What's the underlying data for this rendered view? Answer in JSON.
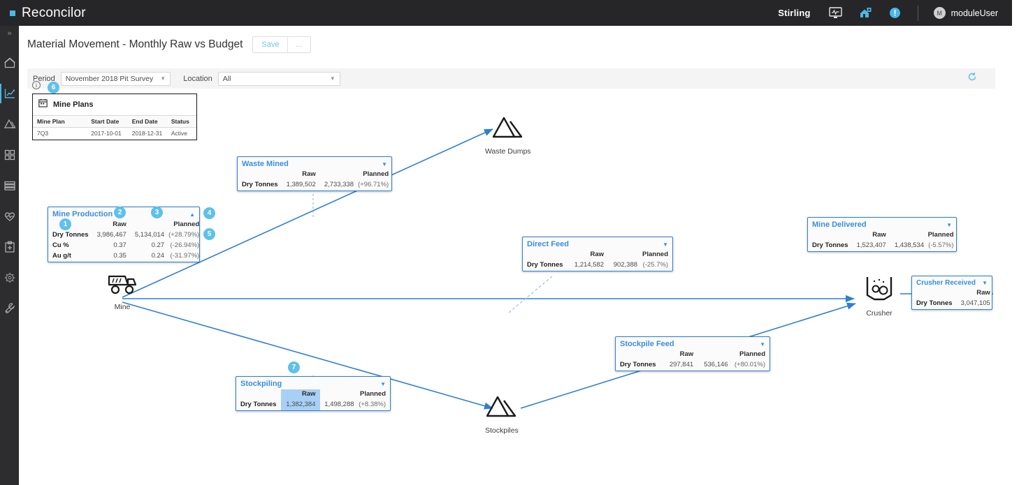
{
  "topbar": {
    "brand": "Reconcilor",
    "tenant": "Stirling",
    "icons": [
      {
        "name": "monitor-pulse-icon"
      },
      {
        "name": "home-add-icon"
      },
      {
        "name": "info-circle-icon"
      }
    ],
    "user": {
      "initial": "M",
      "name": "moduleUser"
    }
  },
  "rail": {
    "collapse_label": "»",
    "items": [
      {
        "name": "home-icon",
        "label": "Home",
        "active": false
      },
      {
        "name": "chart-icon",
        "label": "Analytics",
        "active": true
      },
      {
        "name": "stockpile-icon",
        "label": "Stockpiles",
        "active": false
      },
      {
        "name": "grid-icon",
        "label": "Modules",
        "active": false
      },
      {
        "name": "layers-icon",
        "label": "Layers",
        "active": false
      },
      {
        "name": "heartbeat-icon",
        "label": "Health",
        "active": false
      },
      {
        "name": "clipboard-plus-icon",
        "label": "Reports",
        "active": false
      },
      {
        "name": "gear-icon",
        "label": "Settings",
        "active": false
      },
      {
        "name": "wrench-icon",
        "label": "Tools",
        "active": false
      }
    ]
  },
  "page": {
    "title": "Material Movement - Monthly Raw vs Budget",
    "save_label": "Save",
    "more_label": "..."
  },
  "filters": {
    "period_label": "Period",
    "period_value": "November 2018 Pit Survey",
    "location_label": "Location",
    "location_value": "All",
    "refresh_name": "refresh-icon"
  },
  "mine_plans": {
    "info_icon": "i",
    "badge": "6",
    "title": "Mine Plans",
    "icon": "calendar-icon",
    "columns": [
      "Mine Plan",
      "Start Date",
      "End Date",
      "Status"
    ],
    "rows": [
      [
        "7Q3",
        "2017-10-01",
        "2018-12-31",
        "Active"
      ]
    ]
  },
  "badges": [
    {
      "label": "1"
    },
    {
      "label": "2"
    },
    {
      "label": "3"
    },
    {
      "label": "4"
    },
    {
      "label": "5"
    },
    {
      "label": "7"
    }
  ],
  "cards": {
    "mine_production": {
      "title": "Mine Production",
      "headers": [
        "",
        "Raw",
        "Planned"
      ],
      "rows": [
        {
          "label": "Dry Tonnes",
          "raw": "3,986,467",
          "planned": "5,134,014",
          "delta": "(+28.79%)"
        },
        {
          "label": "Cu %",
          "raw": "0.37",
          "planned": "0.27",
          "delta": "(-26.94%)"
        },
        {
          "label": "Au g/t",
          "raw": "0.35",
          "planned": "0.24",
          "delta": "(-31.97%)"
        }
      ],
      "caret": "collapse-caret-icon"
    },
    "waste_mined": {
      "title": "Waste Mined",
      "headers": [
        "",
        "Raw",
        "Planned"
      ],
      "rows": [
        {
          "label": "Dry Tonnes",
          "raw": "1,389,502",
          "planned": "2,733,338",
          "delta": "(+96.71%)"
        }
      ],
      "caret": "expand-caret-icon"
    },
    "direct_feed": {
      "title": "Direct Feed",
      "headers": [
        "",
        "Raw",
        "Planned"
      ],
      "rows": [
        {
          "label": "Dry Tonnes",
          "raw": "1,214,582",
          "planned": "902,388",
          "delta": "(-25.7%)"
        }
      ],
      "caret": "expand-caret-icon"
    },
    "mine_delivered": {
      "title": "Mine Delivered",
      "headers": [
        "",
        "Raw",
        "Planned"
      ],
      "rows": [
        {
          "label": "Dry Tonnes",
          "raw": "1,523,407",
          "planned": "1,438,534",
          "delta": "(-5.57%)"
        }
      ],
      "caret": "expand-caret-icon"
    },
    "crusher_received": {
      "title": "Crusher Received",
      "headers": [
        "",
        "Raw"
      ],
      "rows": [
        {
          "label": "Dry Tonnes",
          "raw": "3,047,105"
        }
      ],
      "caret": "expand-caret-icon"
    },
    "stockpile_feed": {
      "title": "Stockpile Feed",
      "headers": [
        "",
        "Raw",
        "Planned"
      ],
      "rows": [
        {
          "label": "Dry Tonnes",
          "raw": "297,841",
          "planned": "536,146",
          "delta": "(+80.01%)"
        }
      ],
      "caret": "expand-caret-icon"
    },
    "stockpiling": {
      "title": "Stockpiling",
      "headers": [
        "",
        "Raw",
        "Planned"
      ],
      "rows": [
        {
          "label": "Dry Tonnes",
          "raw": "1,382,384",
          "planned": "1,498,288",
          "delta": "(+8.38%)"
        }
      ],
      "caret": "expand-caret-icon",
      "highlighted_column": "Raw"
    }
  },
  "nodes": {
    "mine": {
      "label": "Mine",
      "icon": "haul-truck-icon"
    },
    "waste_dumps": {
      "label": "Waste Dumps",
      "icon": "waste-dump-icon"
    },
    "stockpiles": {
      "label": "Stockpiles",
      "icon": "stockpile-cone-icon"
    },
    "crusher": {
      "label": "Crusher",
      "icon": "crusher-icon"
    }
  },
  "colors": {
    "accent": "#4ab8e8",
    "link": "#2e7fd4",
    "card_border": "#2e7fd4",
    "card_title": "#3a8ede",
    "topbar_bg": "#262628",
    "rail_bg": "#2d2d30",
    "highlight": "#a8d0f7"
  }
}
